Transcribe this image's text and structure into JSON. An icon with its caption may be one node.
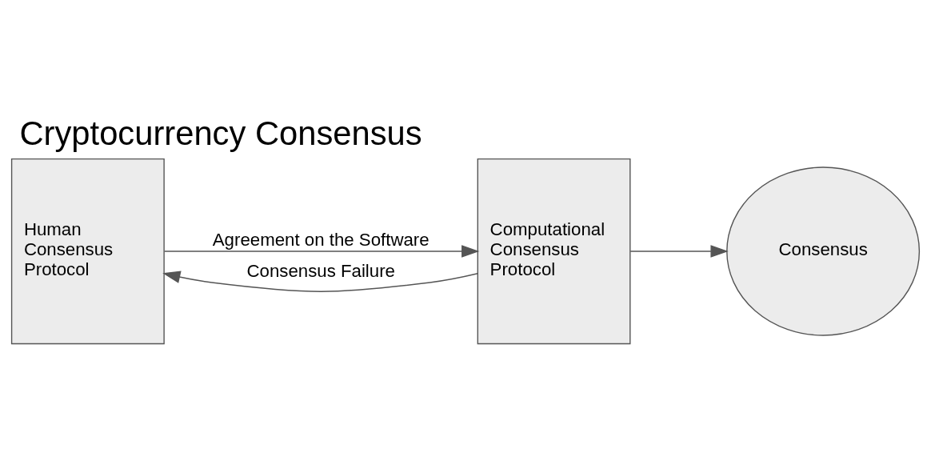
{
  "diagram": {
    "title": "Cryptocurrency Consensus",
    "nodes": [
      {
        "text": [
          "Human Consensus Protocol"
        ]
      },
      {
        "text": [
          "Computational Consensus Protocol"
        ]
      },
      {
        "text": [
          "Consensus"
        ]
      }
    ],
    "edges": [
      {
        "from": 0,
        "to": 1,
        "arrow": "to",
        "label": "Agreement on the Software"
      },
      {
        "from": 1,
        "to": 2,
        "arrow": "to"
      },
      {
        "from": 1,
        "to": 0,
        "arrow": "to",
        "label": "Consensus Failure"
      }
    ]
  }
}
